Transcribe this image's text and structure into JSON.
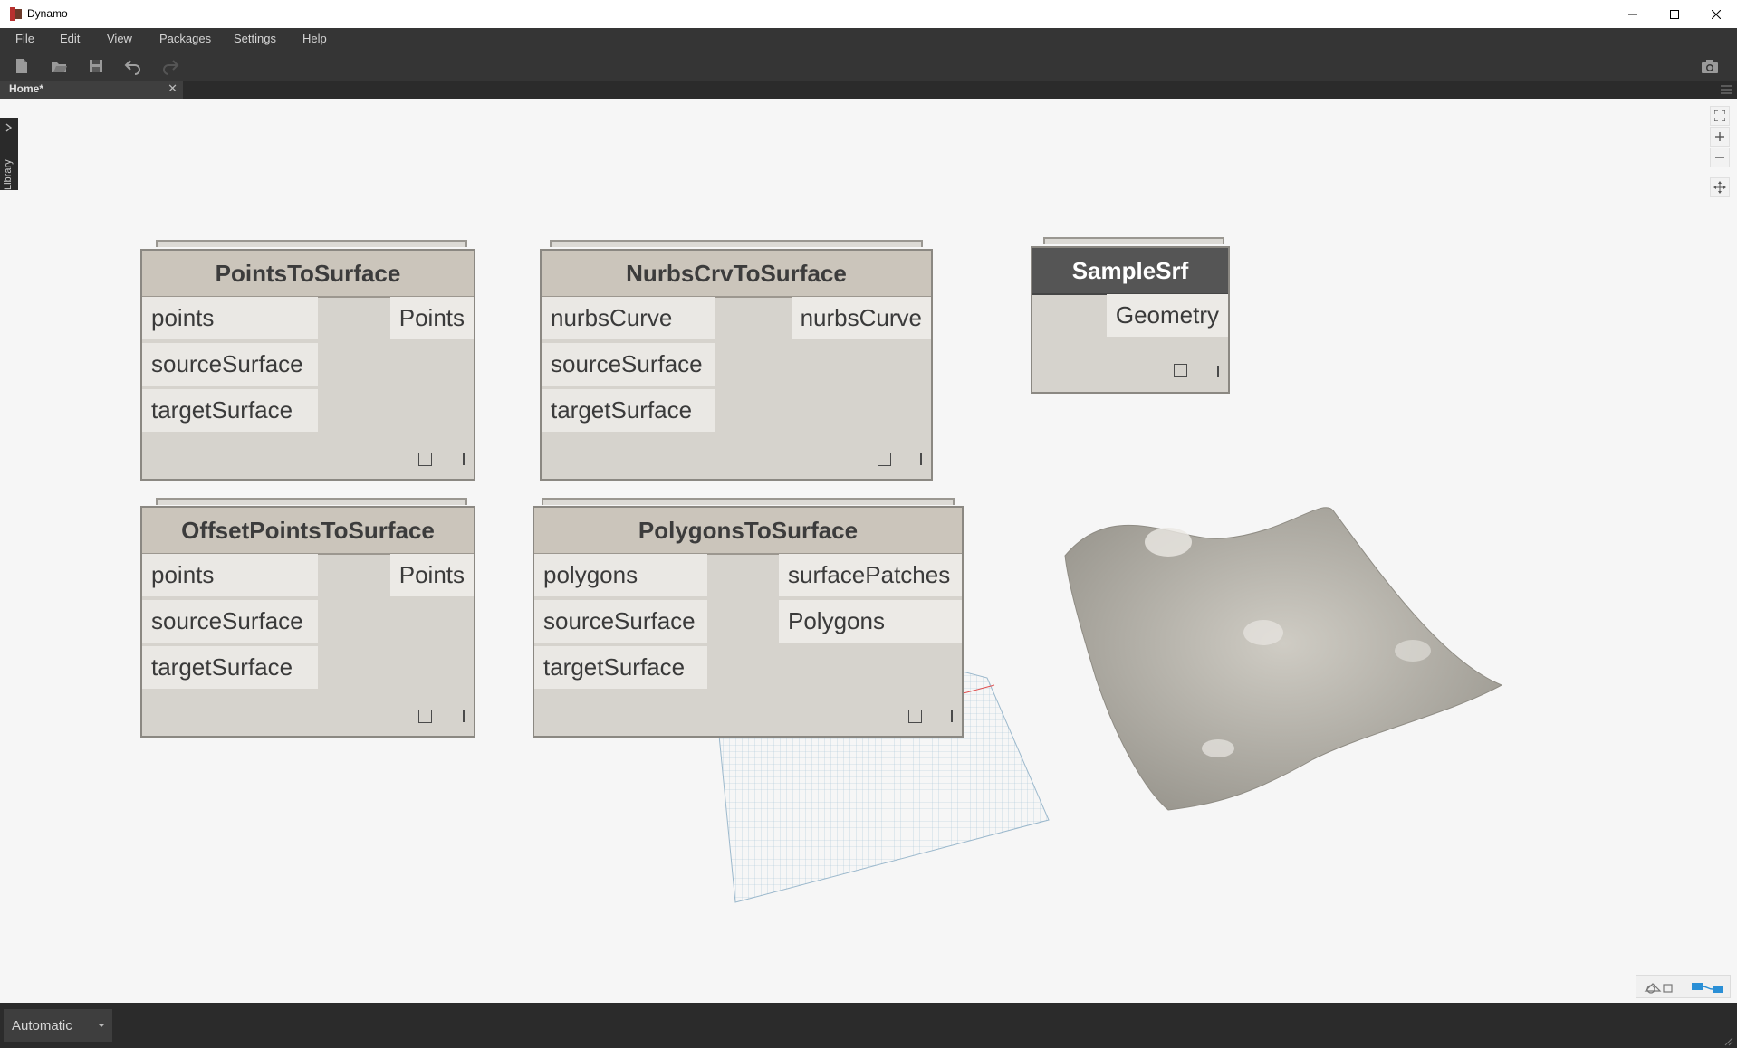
{
  "window": {
    "title": "Dynamo"
  },
  "menu": {
    "items": [
      "File",
      "Edit",
      "View",
      "Packages",
      "Settings",
      "Help"
    ]
  },
  "tab": {
    "label": "Home*",
    "close_glyph": "✕"
  },
  "sidebar": {
    "library_label": "Library"
  },
  "nodes": {
    "points_to_surface": {
      "title": "PointsToSurface",
      "inputs": [
        "points",
        "sourceSurface",
        "targetSurface"
      ],
      "outputs": [
        "Points"
      ]
    },
    "nurbs_crv_to_surface": {
      "title": "NurbsCrvToSurface",
      "inputs": [
        "nurbsCurve",
        "sourceSurface",
        "targetSurface"
      ],
      "outputs": [
        "nurbsCurve"
      ]
    },
    "sample_srf": {
      "title": "SampleSrf",
      "outputs": [
        "Geometry"
      ]
    },
    "offset_points_to_surface": {
      "title": "OffsetPointsToSurface",
      "inputs": [
        "points",
        "sourceSurface",
        "targetSurface"
      ],
      "outputs": [
        "Points"
      ]
    },
    "polygons_to_surface": {
      "title": "PolygonsToSurface",
      "inputs": [
        "polygons",
        "sourceSurface",
        "targetSurface"
      ],
      "outputs": [
        "surfacePatches",
        "Polygons"
      ]
    }
  },
  "statusbar": {
    "run_mode": "Automatic"
  },
  "colors": {
    "menubar_bg": "#353535",
    "canvas_bg": "#f6f6f6",
    "node_body": "#d6d3cd",
    "node_header": "#cbc5bb",
    "node_header_selected": "#555555",
    "accent_blue": "#2a8fd6"
  },
  "icons": [
    "app-icon",
    "new-file-icon",
    "open-file-icon",
    "save-icon",
    "undo-icon",
    "redo-icon",
    "camera-icon",
    "library-toggle-icon",
    "fit-view-icon",
    "zoom-in-icon",
    "zoom-out-icon",
    "pan-icon",
    "geometry-view-icon",
    "graph-view-icon"
  ]
}
